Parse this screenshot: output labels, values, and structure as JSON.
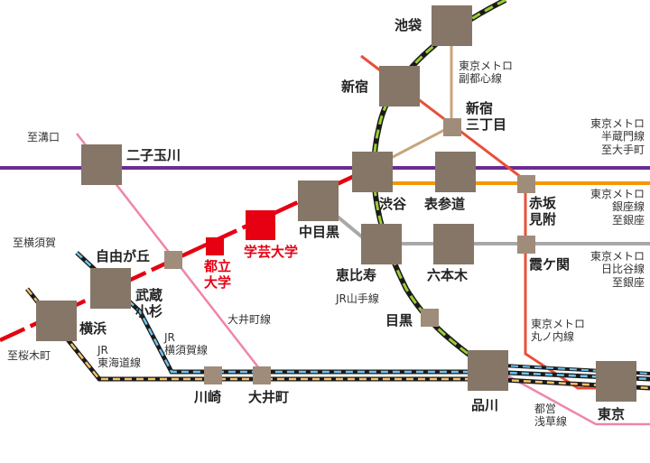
{
  "colors": {
    "hanzomon": "#6b2c91",
    "ginza": "#f39800",
    "hibiya": "#a0a0a0",
    "marunouchi": "#e60012",
    "toyoko": "#e60012",
    "oimachi": "#ee86a7",
    "fukutoshin": "#c59a6d",
    "yamanote": "#9acd32",
    "station": "#857667",
    "highlight": "#e60012"
  },
  "stations": {
    "ikebukuro": "池袋",
    "shinjuku": "新宿",
    "shinjuku_sanchome": "新宿\n三丁目",
    "futakotamagawa": "二子玉川",
    "shibuya": "渋谷",
    "omotesando": "表参道",
    "akasaka_mitsuke": "赤坂\n見附",
    "nakameguro": "中目黒",
    "gakugei_daigaku": "学芸大学",
    "toritsu_daigaku": "都立\n大学",
    "jiyugaoka": "自由が丘",
    "musashi_kosugi": "武蔵\n小杉",
    "yokohama": "横浜",
    "ebisu": "恵比寿",
    "roppongi": "六本木",
    "kasumigaseki": "霞ケ関",
    "meguro": "目黒",
    "shinagawa": "品川",
    "kawasaki": "川崎",
    "oimachi": "大井町",
    "tokyo": "東京"
  },
  "lines": {
    "fukutoshin": "東京メトロ\n副都心線",
    "hanzomon": "東京メトロ\n半蔵門線\n至大手町",
    "ginza": "東京メトロ\n銀座線\n至銀座",
    "hibiya": "東京メトロ\n日比谷線\n至銀座",
    "marunouchi": "東京メトロ\n丸ノ内線",
    "yamanote": "JR山手線",
    "oimachi": "大井町線",
    "yokosuka": "JR\n横須賀線",
    "tokaido": "JR\n東海道線",
    "asakusa": "都営\n浅草線"
  },
  "directions": {
    "mizonokuchi": "至溝口",
    "yokosuka": "至横須賀",
    "sakuragicho": "至桜木町"
  }
}
